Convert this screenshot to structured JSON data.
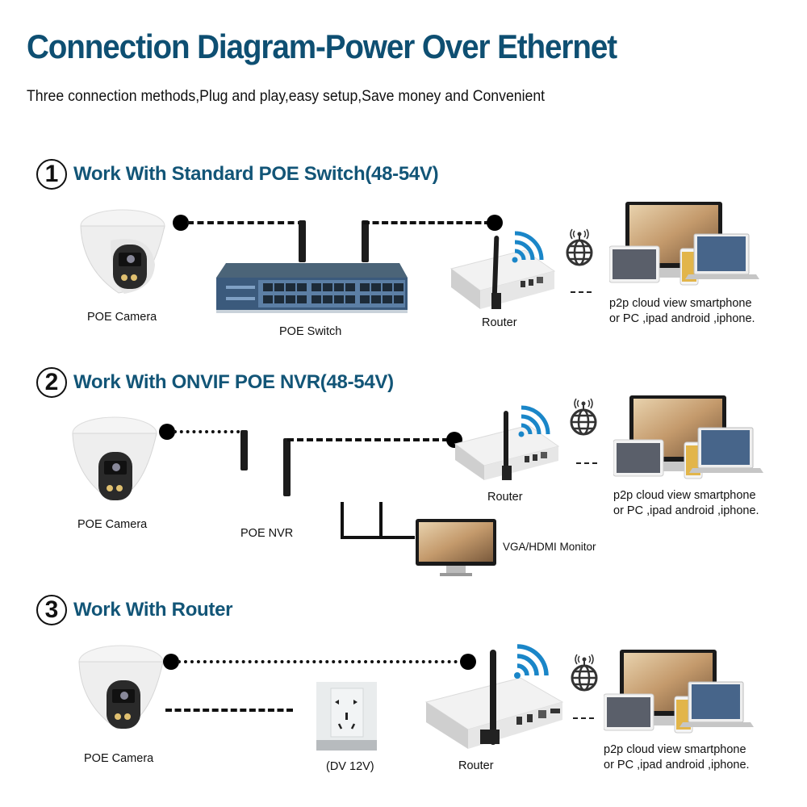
{
  "header": {
    "title": "Connection Diagram-Power Over Ethernet",
    "subtitle": "Three connection methods,Plug and play,easy setup,Save money and Convenient"
  },
  "colors": {
    "title": "#0e4f72",
    "section_title": "#125577",
    "wifi": "#1a86c8",
    "switch_body": "#3d5f80"
  },
  "sections": [
    {
      "number": "1",
      "title": "Work With Standard POE Switch(48-54V)",
      "devices": {
        "camera": "POE Camera",
        "hub": "POE Switch",
        "router": "Router",
        "viewers": [
          "p2p cloud view smartphone",
          "or PC ,ipad android ,iphone."
        ]
      }
    },
    {
      "number": "2",
      "title": "Work With ONVIF POE NVR(48-54V)",
      "devices": {
        "camera": "POE Camera",
        "hub": "POE NVR",
        "router": "Router",
        "monitor": "VGA/HDMI Monitor",
        "viewers": [
          "p2p cloud view smartphone",
          "or PC ,ipad android ,iphone."
        ]
      }
    },
    {
      "number": "3",
      "title": "Work With Router",
      "devices": {
        "camera": "POE Camera",
        "power": "(DV 12V)",
        "router": "Router",
        "viewers": [
          "p2p cloud view smartphone",
          "or PC ,ipad android ,iphone."
        ]
      }
    }
  ],
  "icons": {
    "camera": "dome-camera-icon",
    "switch": "poe-switch-icon",
    "nvr": "nvr-icon",
    "router": "router-icon",
    "wifi": "wifi-icon",
    "globe": "globe-antenna-icon",
    "devices": "multi-device-icon",
    "monitor": "monitor-icon",
    "outlet": "power-outlet-icon"
  }
}
